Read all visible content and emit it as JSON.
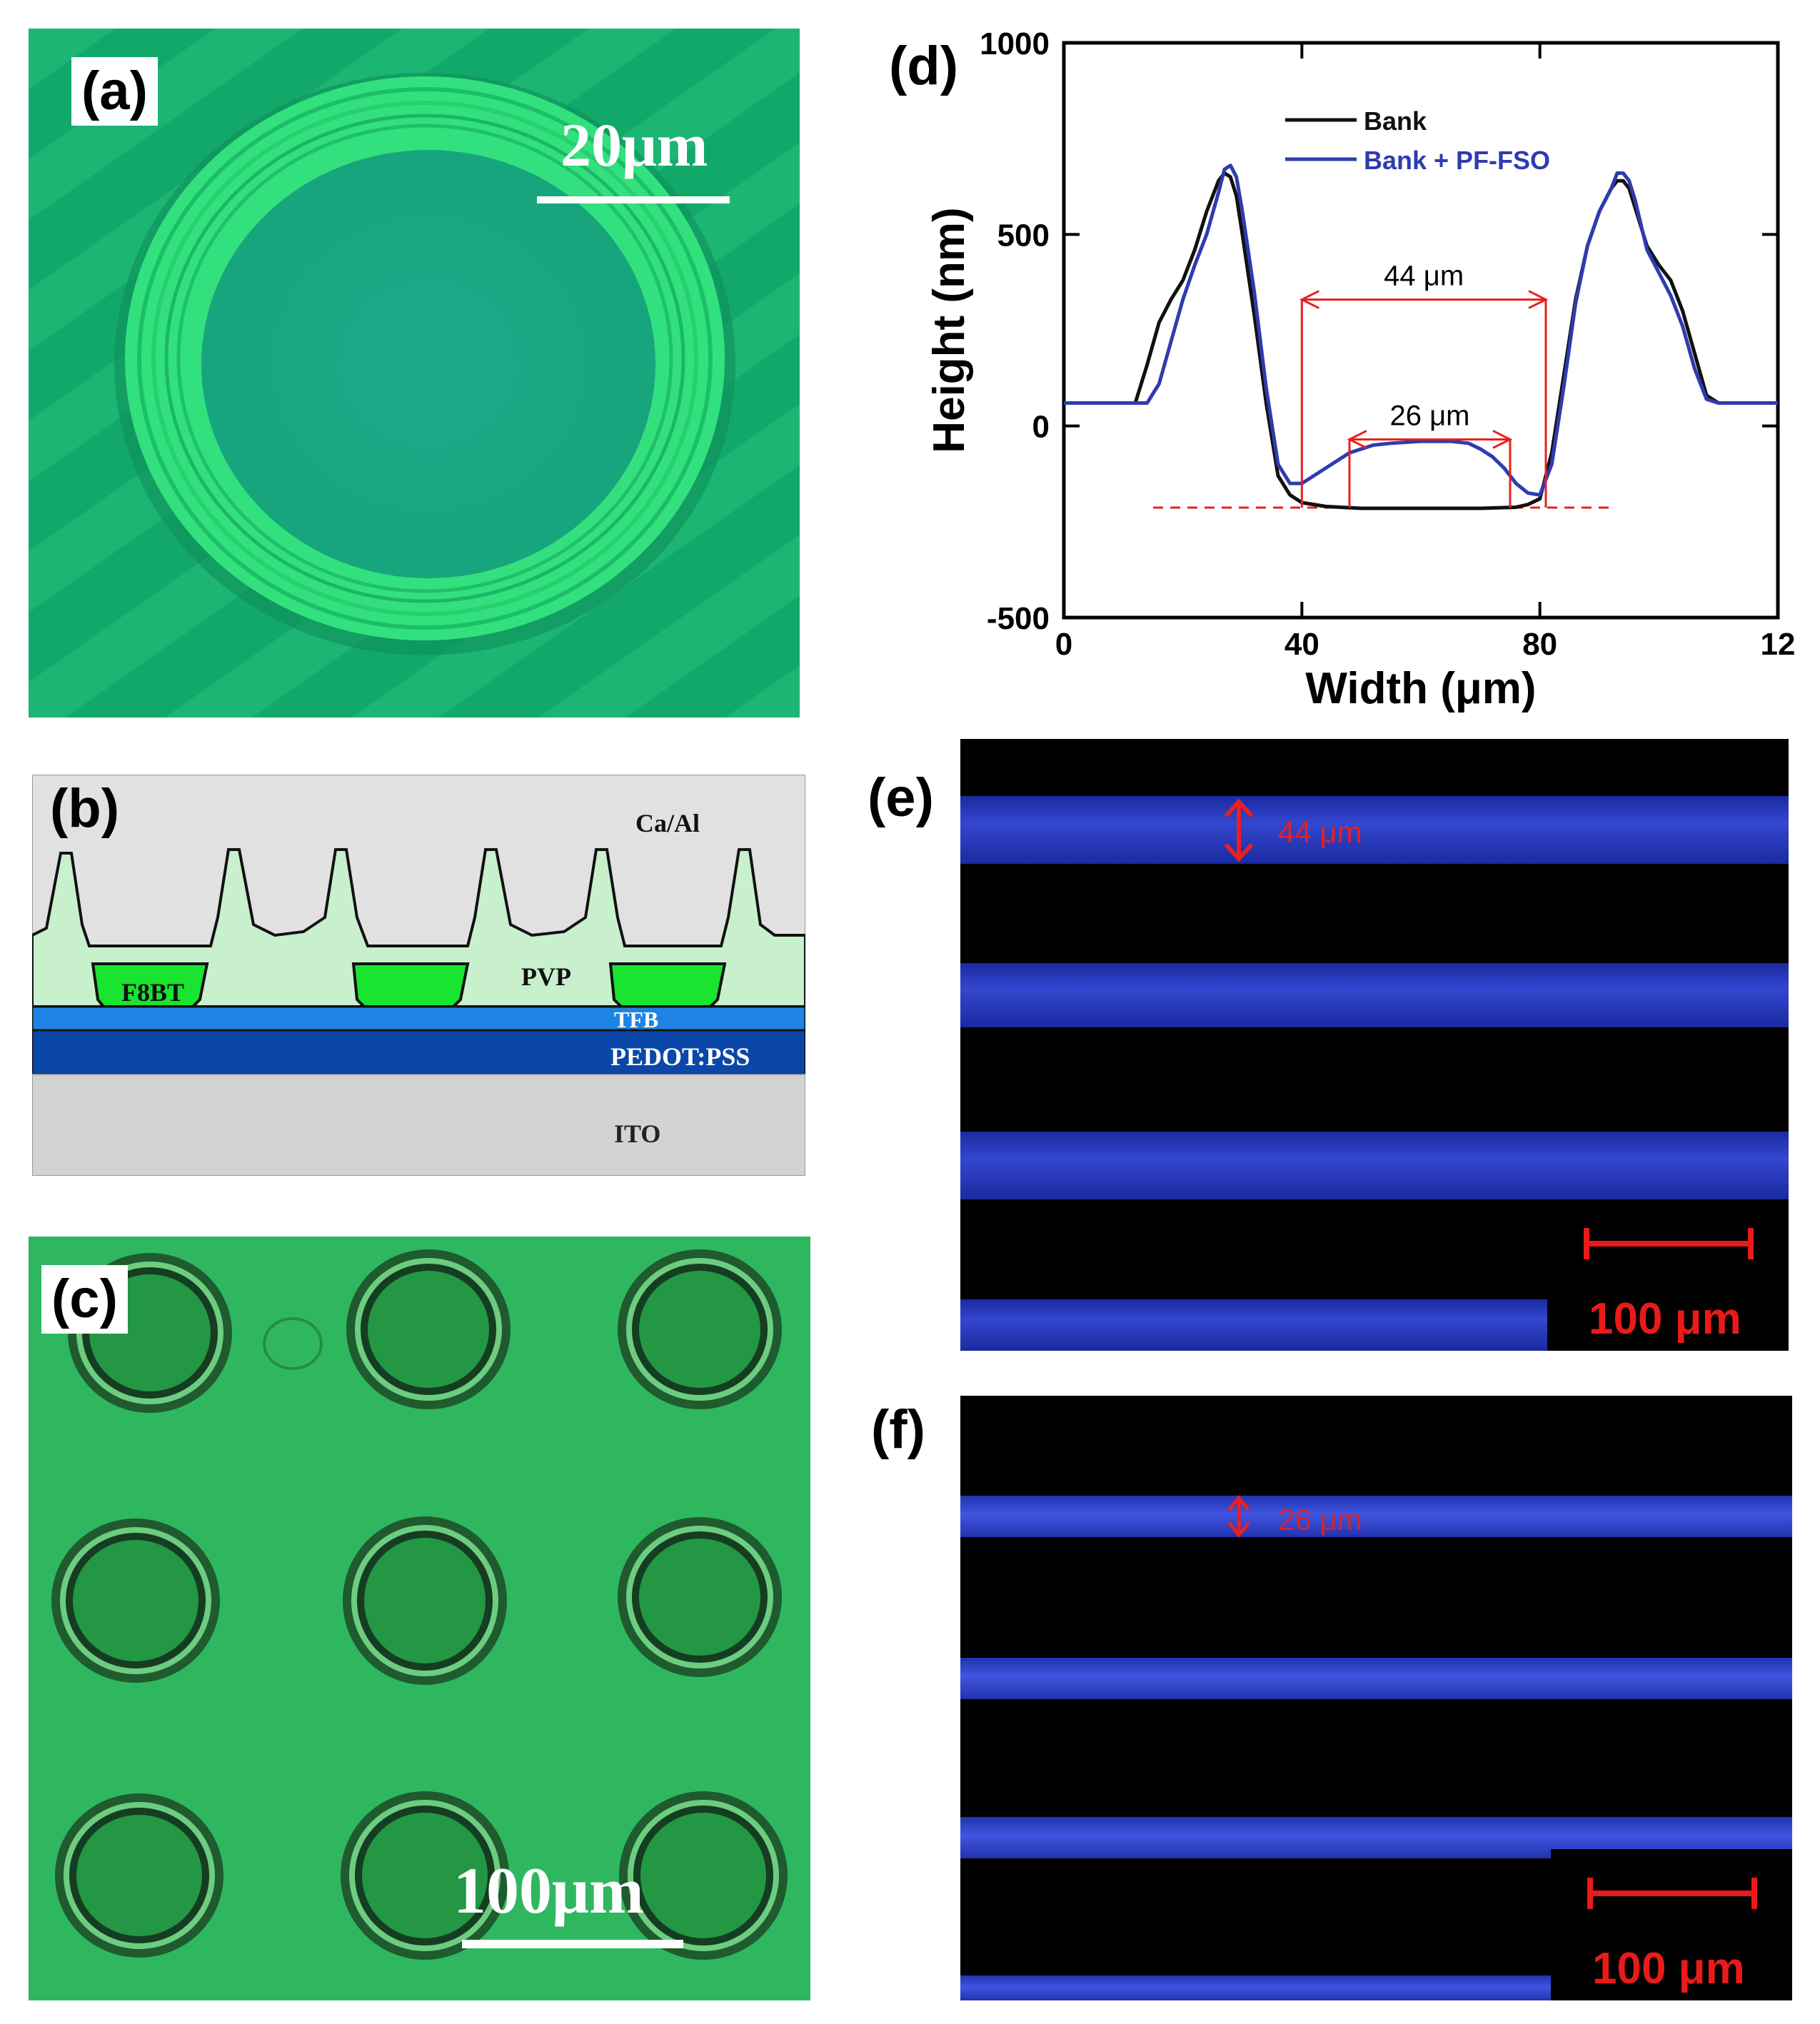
{
  "panels": {
    "a": {
      "label": "(a)",
      "scale": "20μm"
    },
    "b": {
      "label": "(b)",
      "layers": {
        "top": "Ca/Al",
        "pvp": "PVP",
        "f8bt": "F8BT",
        "tfb": "TFB",
        "pedot": "PEDOT:PSS",
        "ito": "ITO"
      }
    },
    "c": {
      "label": "(c)",
      "scale": "100μm"
    },
    "d": {
      "label": "(d)"
    },
    "e": {
      "label": "(e)",
      "measure": "44 μm",
      "scale": "100 μm"
    },
    "f": {
      "label": "(f)",
      "measure": "26 μm",
      "scale": "100 μm"
    }
  },
  "chart_data": {
    "type": "line",
    "title": "",
    "xlabel": "Width (μm)",
    "ylabel": "Height (nm)",
    "xlim": [
      0,
      120
    ],
    "ylim": [
      -500,
      1000
    ],
    "x_ticks": [
      "0",
      "40",
      "80",
      "12"
    ],
    "y_ticks": [
      "1000",
      "500",
      "0",
      "-500"
    ],
    "legend_position": "top-left",
    "series": [
      {
        "name": "Bank",
        "color": "#111111",
        "x": [
          0,
          12,
          14,
          16,
          18,
          20,
          22,
          24,
          26,
          27,
          28,
          29,
          30,
          32,
          34,
          36,
          38,
          40,
          44,
          50,
          60,
          70,
          76,
          78,
          80,
          82,
          84,
          86,
          88,
          90,
          92,
          93,
          94,
          95,
          96,
          98,
          100,
          102,
          104,
          106,
          108,
          110,
          115,
          120
        ],
        "y": [
          60,
          60,
          160,
          270,
          330,
          380,
          460,
          560,
          640,
          660,
          650,
          600,
          500,
          290,
          60,
          -130,
          -180,
          -200,
          -210,
          -215,
          -215,
          -215,
          -212,
          -205,
          -190,
          -70,
          130,
          330,
          470,
          560,
          620,
          640,
          640,
          620,
          570,
          470,
          420,
          380,
          300,
          190,
          80,
          60,
          60,
          60
        ]
      },
      {
        "name": "Bank + PF-FSO",
        "color": "#2e3cb0",
        "x": [
          0,
          14,
          16,
          18,
          20,
          22,
          24,
          26,
          27,
          28,
          29,
          30,
          32,
          34,
          36,
          38,
          40,
          42,
          44,
          46,
          48,
          50,
          52,
          55,
          60,
          65,
          68,
          70,
          72,
          74,
          76,
          78,
          80,
          82,
          84,
          86,
          88,
          90,
          92,
          93,
          94,
          95,
          96,
          98,
          100,
          102,
          104,
          106,
          108,
          110,
          115,
          120
        ],
        "y": [
          60,
          60,
          110,
          220,
          330,
          420,
          500,
          610,
          670,
          680,
          650,
          560,
          350,
          100,
          -100,
          -150,
          -150,
          -130,
          -110,
          -90,
          -70,
          -60,
          -50,
          -45,
          -40,
          -40,
          -45,
          -60,
          -80,
          -110,
          -150,
          -175,
          -180,
          -100,
          100,
          320,
          470,
          560,
          620,
          660,
          660,
          640,
          590,
          460,
          400,
          340,
          260,
          150,
          70,
          60,
          60,
          60
        ]
      }
    ],
    "annotations": [
      {
        "text": "44 μm",
        "x_start": 40,
        "x_end": 81
      },
      {
        "text": "26 μm",
        "x_start": 48,
        "x_end": 75
      }
    ]
  }
}
